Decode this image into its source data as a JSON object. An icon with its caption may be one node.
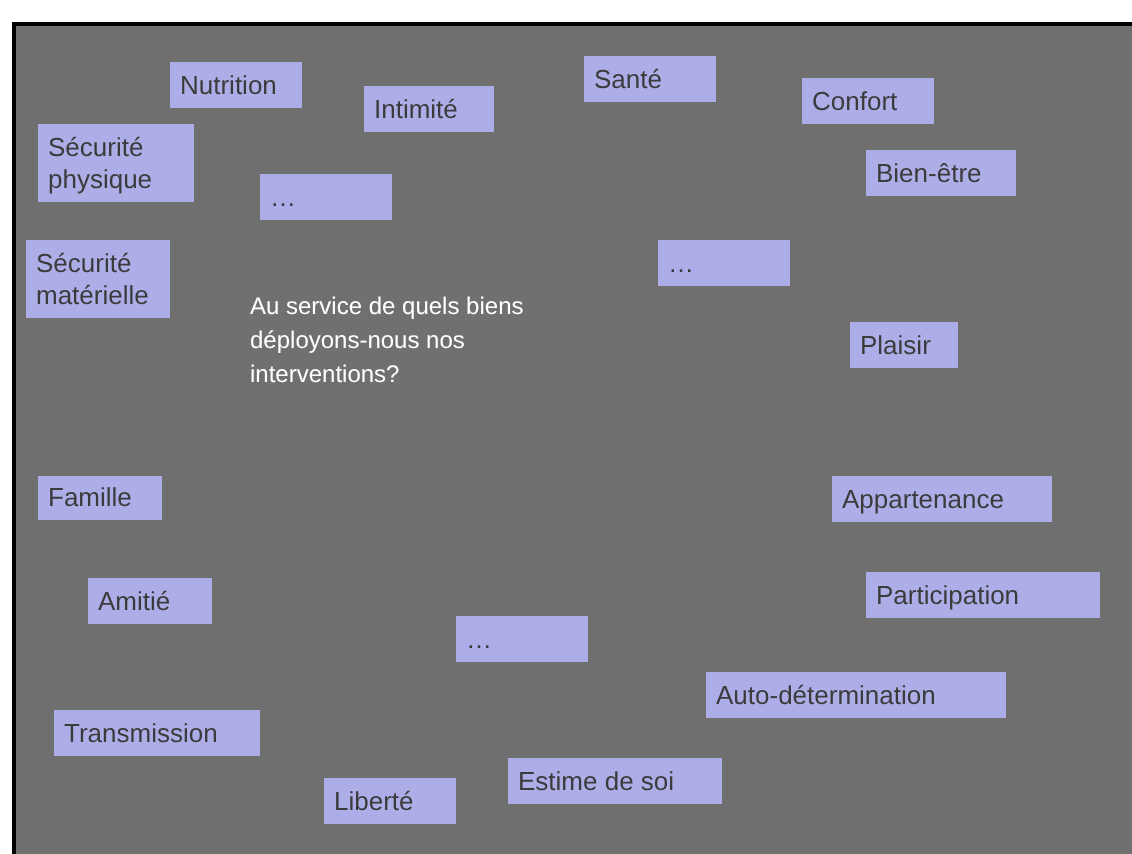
{
  "diagram": {
    "nodes": [
      {
        "text": [
          "Santé"
        ]
      },
      {
        "text": [
          "Nutrition"
        ]
      },
      {
        "text": [
          "Confort"
        ]
      },
      {
        "text": [
          "Intimité"
        ]
      },
      {
        "text": [
          "Sécurité physique"
        ]
      },
      {
        "text": [
          "Bien-être"
        ]
      },
      {
        "text": [
          "…"
        ]
      },
      {
        "text": [
          "Sécurité matérielle"
        ]
      },
      {
        "text": [
          "…"
        ]
      },
      {
        "text": [
          "Plaisir"
        ]
      },
      {
        "text": [
          "Famille"
        ]
      },
      {
        "text": [
          "Appartenance"
        ]
      },
      {
        "text": [
          "Participation"
        ]
      },
      {
        "text": [
          "Amitié"
        ]
      },
      {
        "text": [
          "…"
        ]
      },
      {
        "text": [
          "Auto-détermination"
        ]
      },
      {
        "text": [
          "Transmission"
        ]
      },
      {
        "text": [
          "Estime de soi"
        ]
      },
      {
        "text": [
          "Liberté"
        ]
      }
    ],
    "labels": [
      "Au service de quels biens déployons-nous nos interventions?"
    ]
  }
}
